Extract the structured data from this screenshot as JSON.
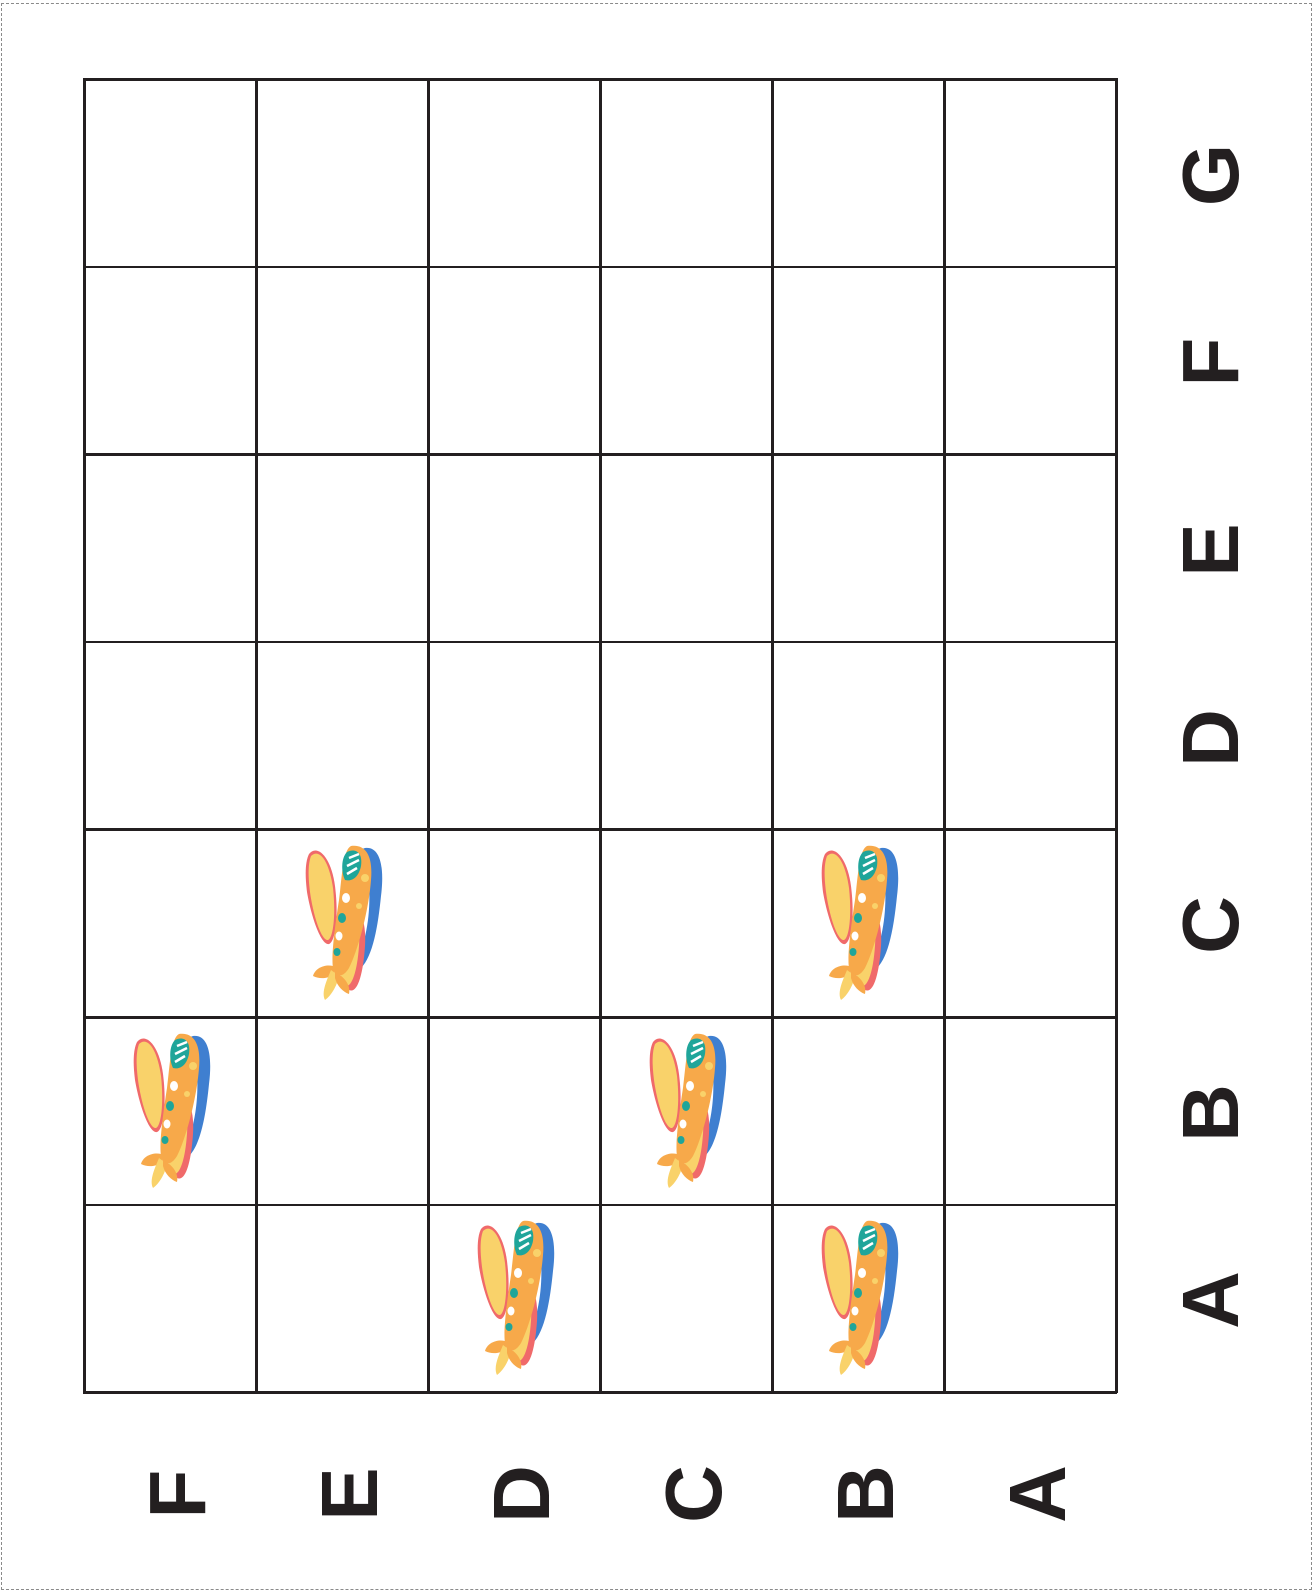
{
  "grid": {
    "columns": 6,
    "rows": 7,
    "bottom_labels": [
      "F",
      "E",
      "D",
      "C",
      "B",
      "A"
    ],
    "right_labels": [
      "G",
      "F",
      "E",
      "D",
      "C",
      "B",
      "A"
    ],
    "line_color": "#231f20"
  },
  "planes": [
    {
      "row_label": "C",
      "col_label": "E"
    },
    {
      "row_label": "C",
      "col_label": "B"
    },
    {
      "row_label": "B",
      "col_label": "F"
    },
    {
      "row_label": "B",
      "col_label": "C"
    },
    {
      "row_label": "A",
      "col_label": "D"
    },
    {
      "row_label": "A",
      "col_label": "B"
    }
  ],
  "plane_icon": "airplane-icon",
  "colors": {
    "plane_body": "#f7a94a",
    "plane_wing": "#f9d26a",
    "plane_edge": "#f06a6a",
    "plane_shadow": "#3f7fd0",
    "plane_window": "#1fa59a"
  }
}
